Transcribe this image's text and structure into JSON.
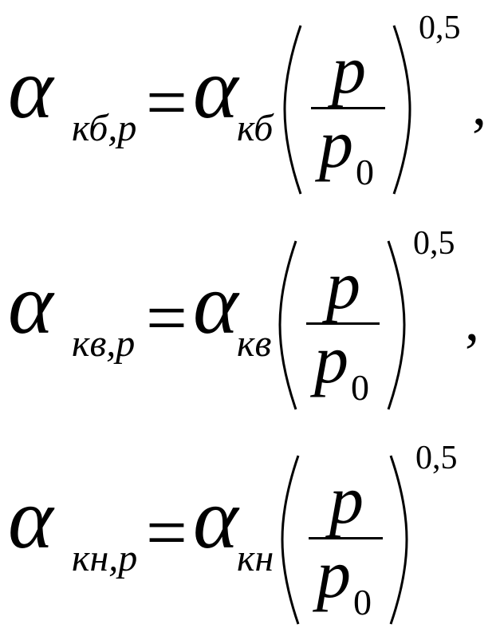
{
  "equations": [
    {
      "lhs_symbol": "α",
      "lhs_sub": "кб,р",
      "equals": "=",
      "rhs_symbol": "α",
      "rhs_sub": "кб",
      "numerator": "p",
      "denominator": "p",
      "denominator_sub": "0",
      "exponent": "0,5",
      "punctuation": ","
    },
    {
      "lhs_symbol": "α",
      "lhs_sub": "кв,р",
      "equals": "=",
      "rhs_symbol": "α",
      "rhs_sub": "кв",
      "numerator": "p",
      "denominator": "p",
      "denominator_sub": "0",
      "exponent": "0,5",
      "punctuation": ","
    },
    {
      "lhs_symbol": "α",
      "lhs_sub": "кн,р",
      "equals": "=",
      "rhs_symbol": "α",
      "rhs_sub": "кн",
      "numerator": "p",
      "denominator": "p",
      "denominator_sub": "0",
      "exponent": "0,5",
      "punctuation": ""
    }
  ]
}
